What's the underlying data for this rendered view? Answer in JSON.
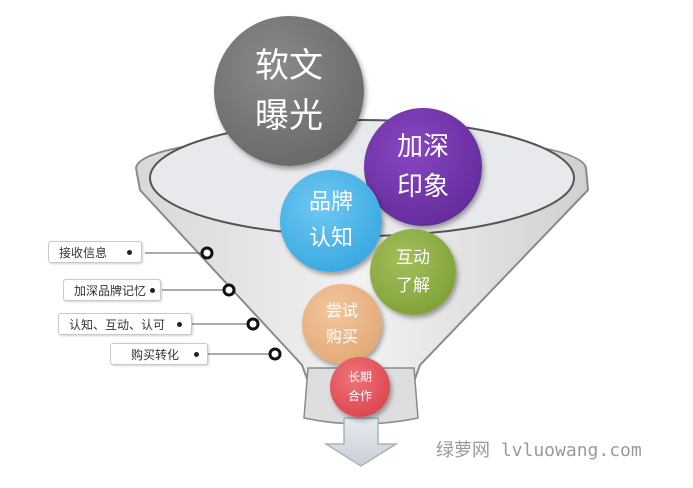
{
  "bubbles": {
    "exposure": {
      "line1": "软文",
      "line2": "曝光",
      "color": "#6e6e6e"
    },
    "impression": {
      "line1": "加深",
      "line2": "印象",
      "color": "#6a2fa0"
    },
    "brand": {
      "line1": "品牌",
      "line2": "认知",
      "color": "#3aaee8"
    },
    "interact": {
      "line1": "互动",
      "line2": "了解",
      "color": "#85a83e"
    },
    "trial": {
      "line1": "尝试",
      "line2": "购买",
      "color": "#e8b07f"
    },
    "longterm": {
      "line1": "长期",
      "line2": "合作",
      "color": "#e0484e"
    }
  },
  "labels": {
    "receive": "接收信息",
    "memory": "加深品牌记忆",
    "recognize": "认知、互动、认可",
    "convert": "购买转化"
  },
  "watermark": "绿萝网 lvluowang.com"
}
